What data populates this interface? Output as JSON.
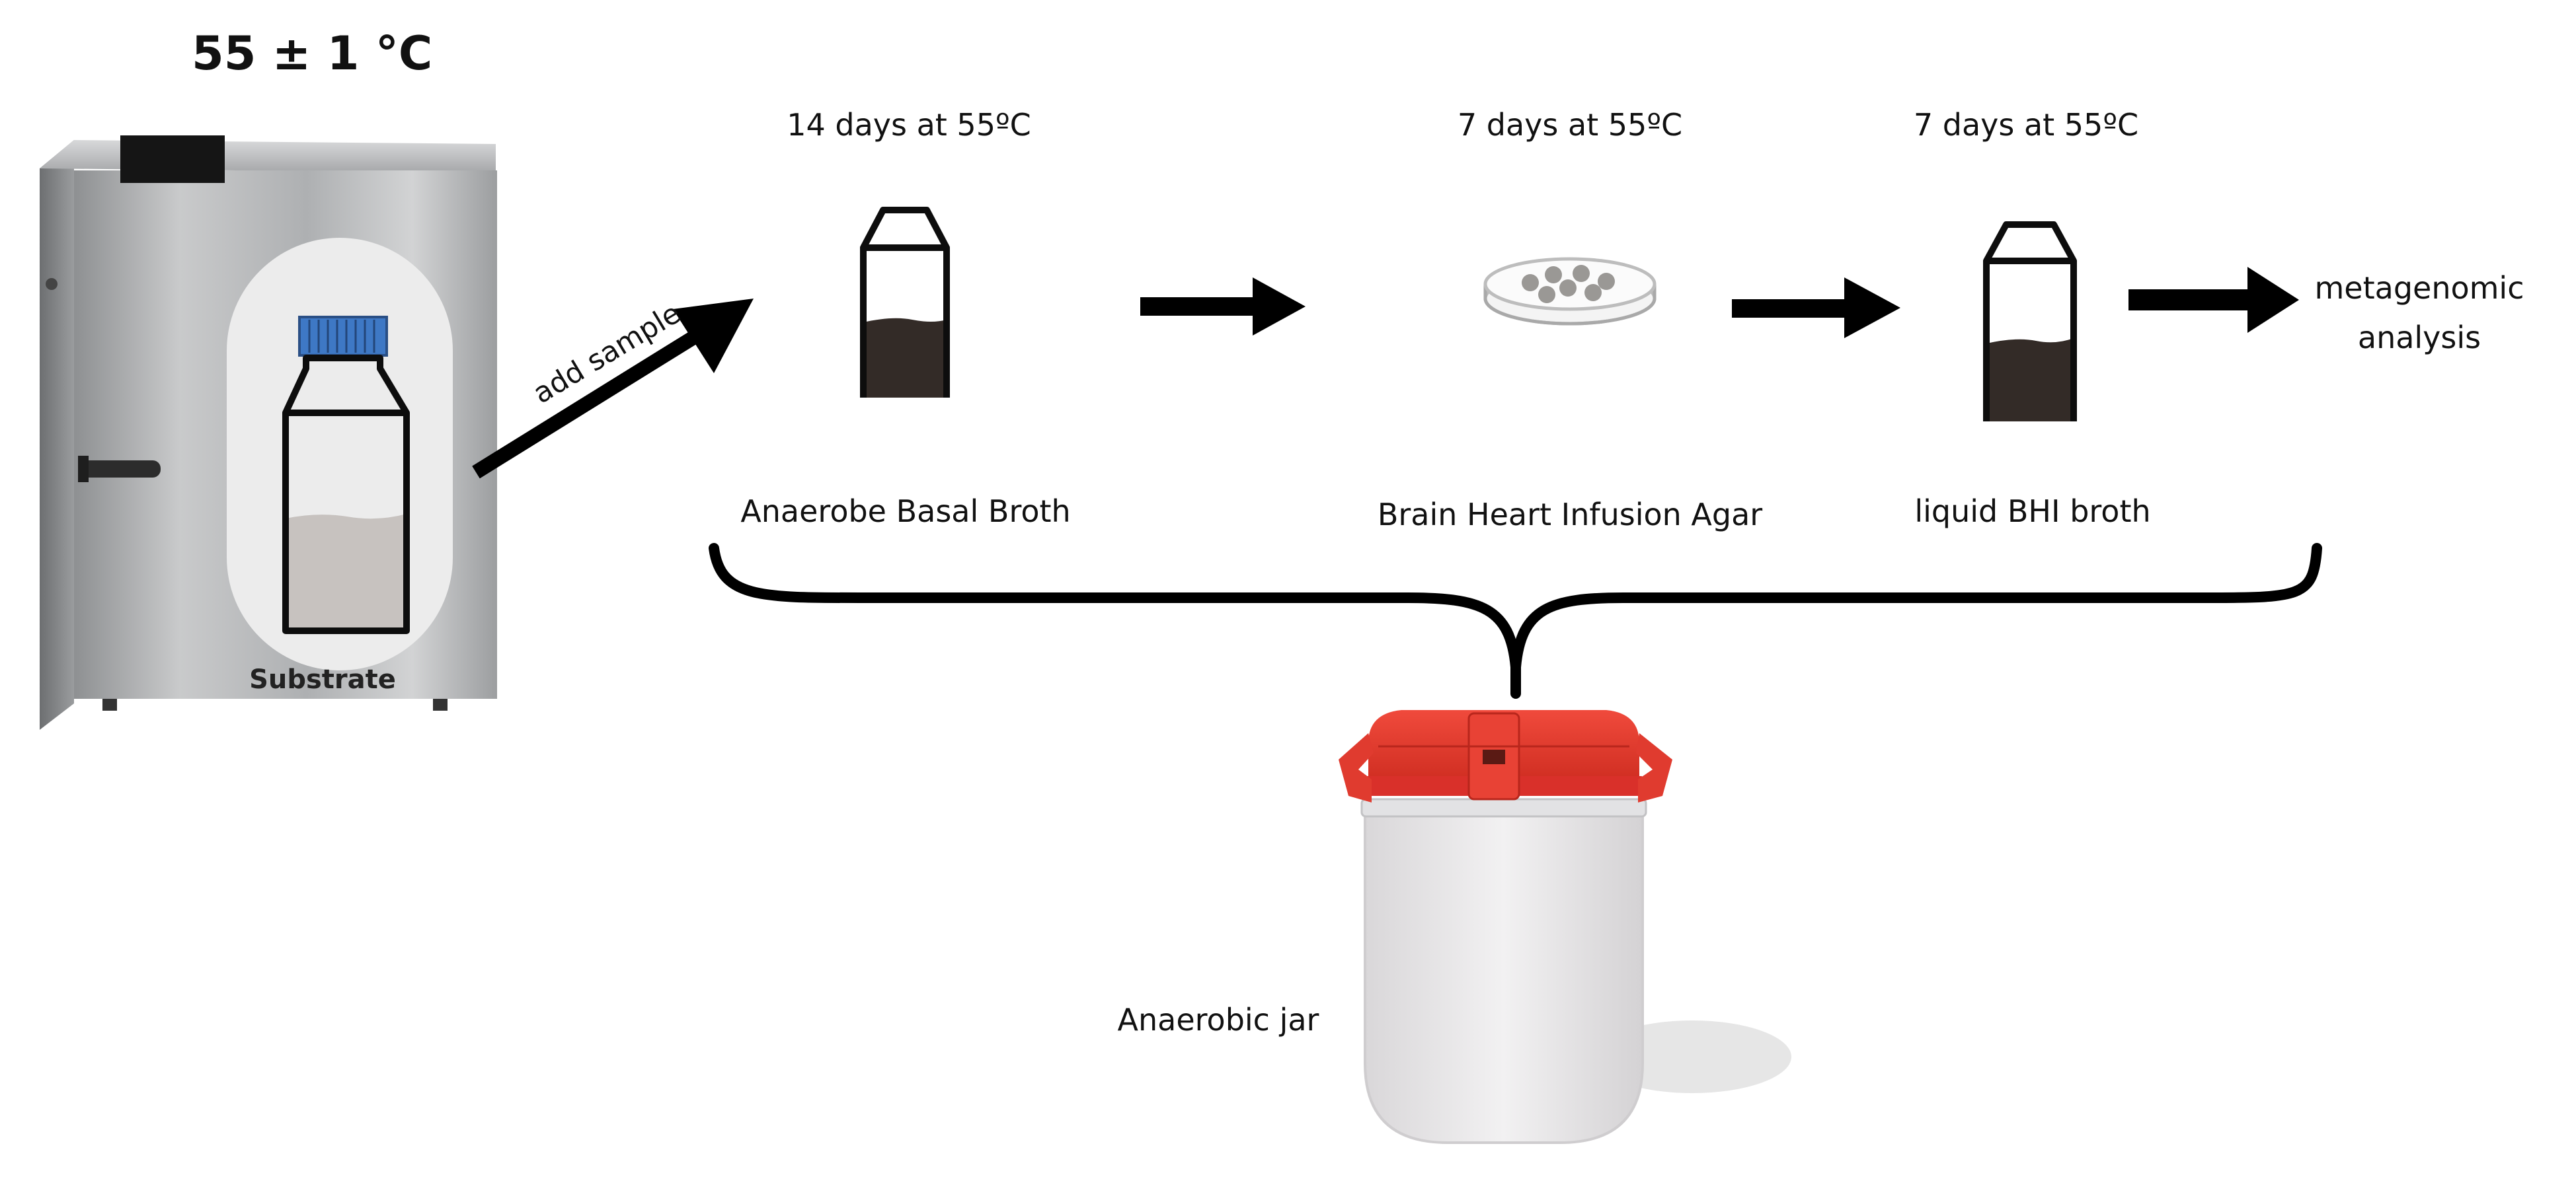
{
  "incubator": {
    "temperature_label": "55 ± 1 °C",
    "substrate_label": "Substrate"
  },
  "transfer": {
    "add_sample_label": "add sample"
  },
  "steps": [
    {
      "condition": "14 days at 55ºC",
      "medium": "Anaerobe Basal Broth"
    },
    {
      "condition": "7 days at 55ºC",
      "medium": "Brain Heart Infusion Agar"
    },
    {
      "condition": "7 days at 55ºC",
      "medium": "liquid BHI broth"
    }
  ],
  "output": {
    "line1": "metagenomic",
    "line2": "analysis"
  },
  "jar": {
    "label": "Anaerobic jar"
  },
  "colors": {
    "arrow": "#000000",
    "jar_lid": "#e8392b",
    "sediment": "#332b27",
    "substrate_fill": "#c7c2bf",
    "bottle_cap": "#3e78c5",
    "incubator_body": "#a9aaab"
  }
}
